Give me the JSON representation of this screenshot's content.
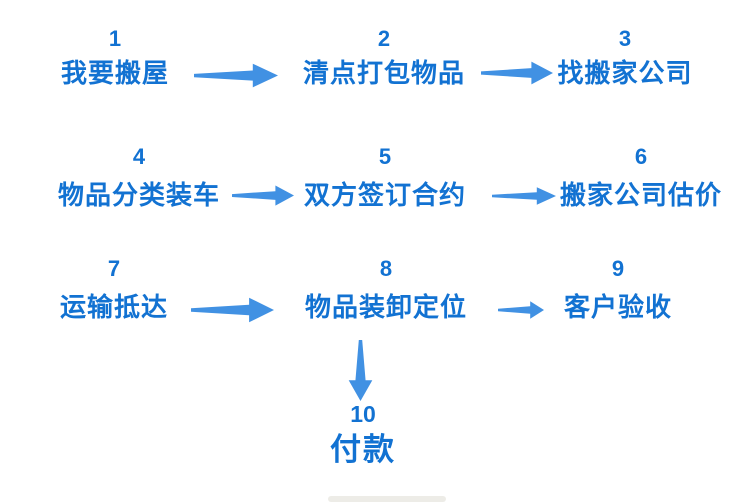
{
  "flow": {
    "title": "moving-house-process-flowchart",
    "steps": [
      {
        "num": "1",
        "label": "我要搬屋"
      },
      {
        "num": "2",
        "label": "清点打包物品"
      },
      {
        "num": "3",
        "label": "找搬家公司"
      },
      {
        "num": "4",
        "label": "物品分类装车"
      },
      {
        "num": "5",
        "label": "双方签订合约"
      },
      {
        "num": "6",
        "label": "搬家公司估价"
      },
      {
        "num": "7",
        "label": "运输抵达"
      },
      {
        "num": "8",
        "label": "物品装卸定位"
      },
      {
        "num": "9",
        "label": "客户验收"
      },
      {
        "num": "10",
        "label": "付款"
      }
    ],
    "connections": [
      "1→2",
      "2→3",
      "4→5",
      "5→6",
      "7→8",
      "8→9",
      "8↓10"
    ],
    "colors": {
      "step_text": "#1272d2",
      "arrow": "#4191e3",
      "background": "#ffffff"
    }
  }
}
